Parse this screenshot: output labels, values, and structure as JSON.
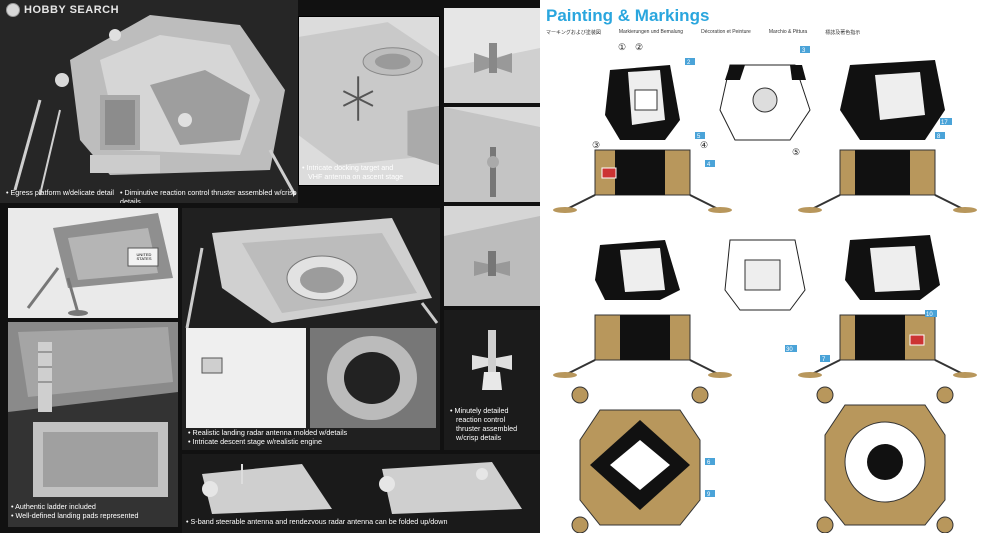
{
  "watermark": {
    "text": "HOBBY SEARCH"
  },
  "captions": {
    "egress": "Egress platform w/delicate detail",
    "rcs": "Diminutive reaction control thruster assembled w/crisp details",
    "docking": [
      "Intricate docking target and",
      "VHF antenna on ascent stage"
    ],
    "landing_antenna": "Realistic landing radar antenna molded w/details",
    "descent_stage": "Intricate descent stage w/realistic engine",
    "thruster": [
      "Minutely detailed",
      "reaction control",
      "thruster assembled",
      "w/crisp details"
    ],
    "ladder": "Authentic ladder included",
    "pads": "Well-defined landing pads represented",
    "sband": "S-band steerable antenna and rendezvous radar antenna can be folded up/down"
  },
  "flag_text": "UNITED STATES",
  "sheet": {
    "title": "Painting & Markings",
    "languages": [
      "マーキングおよび塗装図",
      "Markierungen und Bemalung",
      "Décoration et Peinture",
      "Marchio & Pittura",
      "標誌及著色指示"
    ],
    "callouts": [
      "①",
      "②",
      "③",
      "④",
      "⑤"
    ],
    "decal_numbers": [
      "2",
      "3",
      "4",
      "5",
      "6",
      "7",
      "8",
      "9",
      "10",
      "17",
      "30"
    ]
  },
  "colors": {
    "title": "#2aa6de",
    "gold": "#b8975c",
    "black": "#111111",
    "decal_blue": "#4aa3d8"
  }
}
